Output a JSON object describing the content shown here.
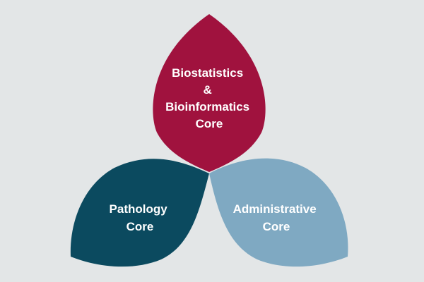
{
  "colors": {
    "background": "#e3e6e7",
    "top_petal": "#a0123e",
    "left_petal": "#0b4a5f",
    "right_petal": "#7fa9c2",
    "label_text": "#ffffff"
  },
  "petals": {
    "top": {
      "lines": [
        "Biostatistics",
        "&",
        "Bioinformatics",
        "Core"
      ]
    },
    "left": {
      "lines": [
        "Pathology",
        "Core"
      ]
    },
    "right": {
      "lines": [
        "Administrative",
        "Core"
      ]
    }
  }
}
